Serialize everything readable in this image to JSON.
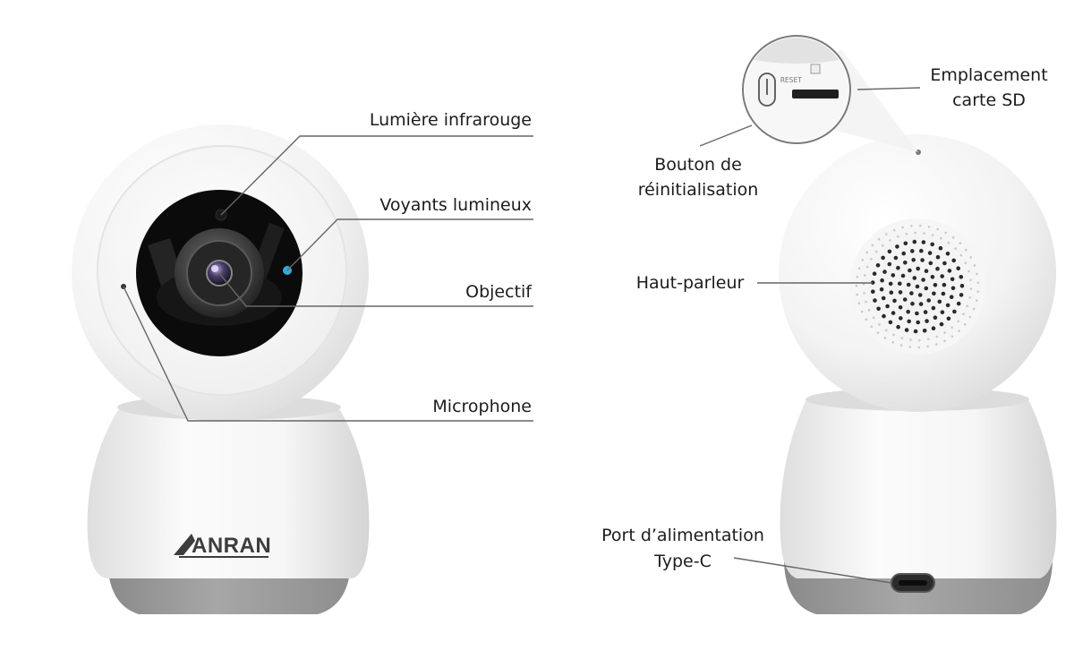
{
  "front_camera": {
    "brand": "ANRAN",
    "callouts": [
      {
        "id": "infrared-light",
        "label": "Lumière infrarouge"
      },
      {
        "id": "indicator-lights",
        "label": "Voyants lumineux"
      },
      {
        "id": "lens",
        "label": "Objectif"
      },
      {
        "id": "microphone",
        "label": "Microphone"
      }
    ]
  },
  "back_camera": {
    "reset_marking": "RESET",
    "callouts": [
      {
        "id": "sd-slot",
        "lines": [
          "Emplacement",
          "carte SD"
        ]
      },
      {
        "id": "reset-button",
        "lines": [
          "Bouton de",
          "réinitialisation"
        ]
      },
      {
        "id": "speaker",
        "lines": [
          "Haut-parleur"
        ]
      },
      {
        "id": "power-port",
        "lines": [
          "Port d’alimentation",
          "Type-C"
        ]
      }
    ]
  },
  "colors": {
    "body": "#f4f4f4",
    "base": "#9c9c9c",
    "lens_dark": "#0b0b0b",
    "indicator": "#3aa5d8",
    "leader_line": "#666666"
  }
}
